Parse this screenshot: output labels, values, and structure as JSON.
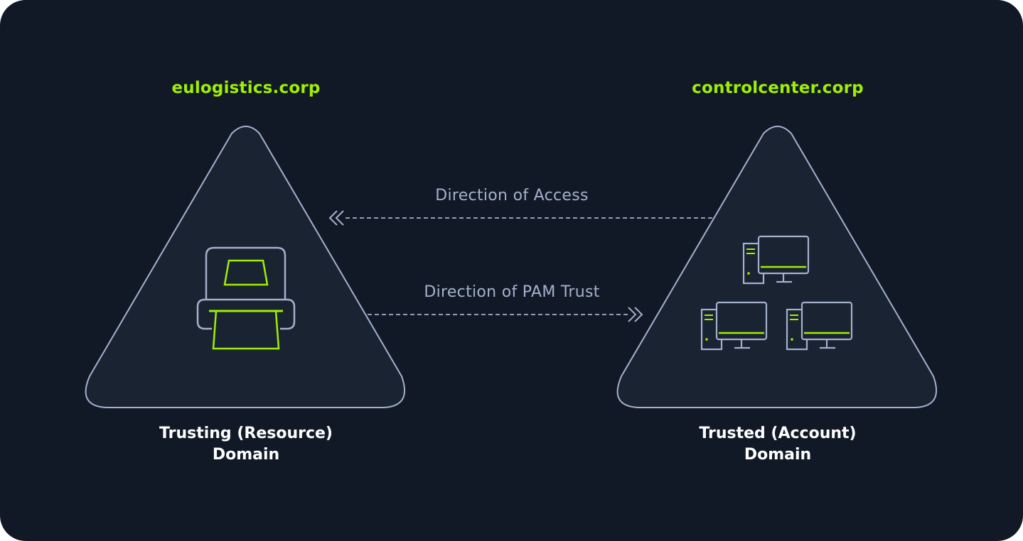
{
  "left_domain": {
    "name": "eulogistics.corp",
    "label_line1": "Trusting (Resource)",
    "label_line2": "Domain",
    "icon": "printer-icon"
  },
  "right_domain": {
    "name": "controlcenter.corp",
    "label_line1": "Trusted (Account)",
    "label_line2": "Domain",
    "icon": "computers-icon"
  },
  "arrows": {
    "access_label": "Direction of Access",
    "trust_label": "Direction of PAM Trust"
  },
  "colors": {
    "background": "#111927",
    "triangle_fill": "#1a2332",
    "triangle_stroke": "#a4b1cd",
    "accent": "#9fef00",
    "text": "#ffffff",
    "muted_text": "#a4b1cd"
  }
}
